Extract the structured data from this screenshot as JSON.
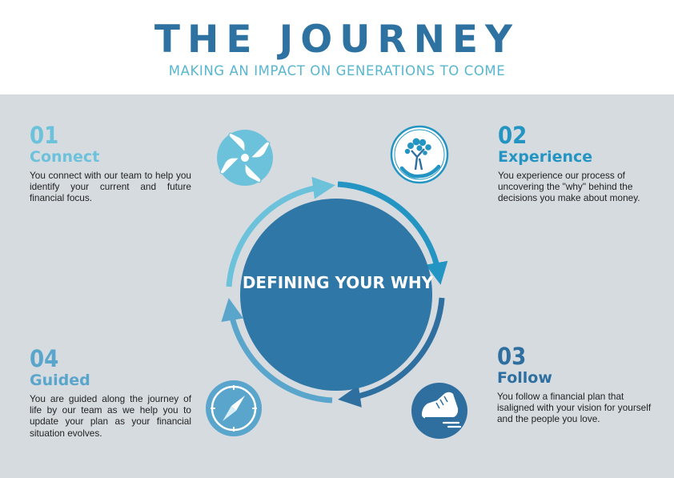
{
  "header": {
    "title": "THE JOURNEY",
    "subtitle": "MAKING AN IMPACT ON GENERATIONS TO COME"
  },
  "center": {
    "label": "DEFINING YOUR WHY"
  },
  "steps": [
    {
      "number": "01",
      "title": "Connect",
      "description": "You connect with our team to help you identify your current and future financial focus.",
      "icon": "hands-icon"
    },
    {
      "number": "02",
      "title": "Experience",
      "description": "You experience our process of uncovering the \"why\" behind the decisions you make about money.",
      "icon": "tree-icon"
    },
    {
      "number": "03",
      "title": "Follow",
      "description": "You follow a financial plan that isaligned with your vision for yourself and the people you love.",
      "icon": "shoe-icon"
    },
    {
      "number": "04",
      "title": "Guided",
      "description": "You are guided along the journey of life by our team as we help you to update your plan as your financial situation evolves.",
      "icon": "compass-icon"
    }
  ],
  "colors": {
    "title": "#2e72a2",
    "subtitle": "#58b6cf",
    "panel": "#d6dbe0",
    "center": "#2f77a6",
    "step1": "#6cc2db",
    "step2": "#2495c2",
    "step3": "#2e6fa0",
    "step4": "#5aa5cc"
  }
}
